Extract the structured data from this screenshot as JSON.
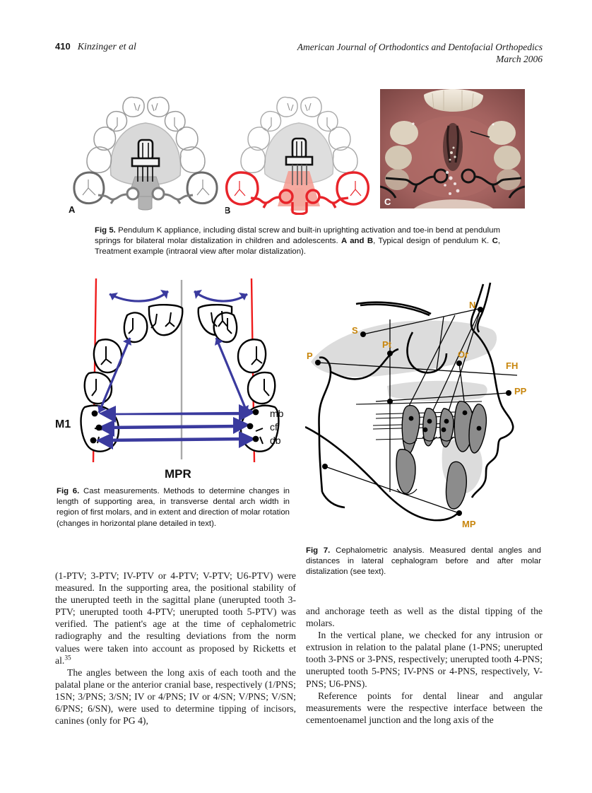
{
  "header": {
    "page_number": "410",
    "authors": "Kinzinger et al",
    "journal": "American Journal of Orthodontics and Dentofacial Orthopedics",
    "issue_date": "March 2006"
  },
  "figures": {
    "fig5": {
      "panel_labels": [
        "A",
        "B",
        "C"
      ],
      "caption_label": "Fig 5.",
      "caption_part1": " Pendulum K appliance, including distal screw and built-in uprighting activation and toe-in bend at pendulum springs for bilateral molar distalization in children and adolescents. ",
      "caption_bold1": "A and B",
      "caption_part2": ", Typical design of pendulum K. ",
      "caption_bold2": "C",
      "caption_part3": ", Treatment example (intraoral view after molar distalization).",
      "colors": {
        "outline_gray": "#8a8a8a",
        "appliance_gray": "#a6a6a6",
        "active_red": "#e8242a",
        "activation_fill": "#f4a79e"
      }
    },
    "fig6": {
      "caption_label": "Fig 6.",
      "caption_text": " Cast measurements. Methods to determine changes in length of supporting area, in transverse dental arch width in region of first molars, and in extent and direction of molar rotation (changes in horizontal plane detailed in text).",
      "labels": {
        "molar": "M1",
        "midpalatal_raphe": "MPR",
        "mesiobuccal": "mb",
        "central_fossa": "cf",
        "distobuccal": "db"
      },
      "colors": {
        "reference_line_red": "#ef1c1c",
        "midline_gray": "#a9a9a9",
        "arrow_blue": "#3a3a9e",
        "tooth_outline": "#000000"
      }
    },
    "fig7": {
      "caption_label": "Fig 7.",
      "caption_text": " Cephalometric analysis. Measured dental angles and distances in lateral cephalogram before and after molar distalization (see text).",
      "landmarks": [
        "N",
        "S",
        "P",
        "Pt",
        "Or",
        "FH",
        "PP",
        "MP"
      ],
      "colors": {
        "label_color": "#c8860d",
        "tracing_black": "#000000",
        "soft_tissue_shadow": "#d8d8d8",
        "tooth_fill": "#8c8c8c"
      }
    }
  },
  "body": {
    "left_column": [
      "(1-PTV; 3-PTV; IV-PTV or 4-PTV; V-PTV; U6-PTV) were measured. In the supporting area, the positional stability of the unerupted teeth in the sagittal plane (unerupted tooth 3-PTV; unerupted tooth 4-PTV; unerupted tooth 5-PTV) was verified. The patient's age at the time of cephalometric radiography and the resulting deviations from the norm values were taken into account as proposed by Ricketts et al.",
      "The angles between the long axis of each tooth and the palatal plane or the anterior cranial base, respectively (1/PNS; 1SN; 3/PNS; 3/SN; IV or 4/PNS; IV or 4/SN; V/PNS; V/SN; 6/PNS; 6/SN), were used to determine tipping of incisors, canines (only for PG 4),"
    ],
    "left_column_ref": "35",
    "right_column": [
      "and anchorage teeth as well as the distal tipping of the molars.",
      "In the vertical plane, we checked for any intrusion or extrusion in relation to the palatal plane (1-PNS; unerupted tooth 3-PNS or 3-PNS, respectively; unerupted tooth 4-PNS; unerupted tooth 5-PNS; IV-PNS or 4-PNS, respectively, V-PNS; U6-PNS).",
      "Reference points for dental linear and angular measurements were the respective interface between the cementoenamel junction and the long axis of the"
    ]
  }
}
